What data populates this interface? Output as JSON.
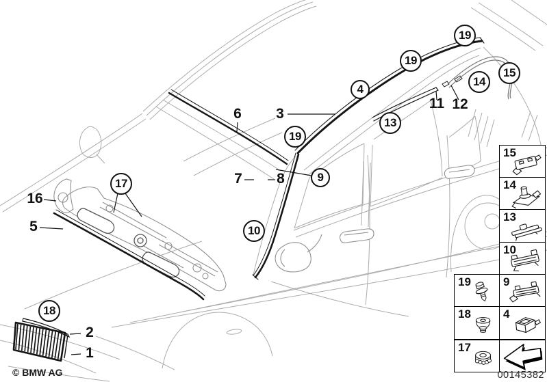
{
  "callouts": {
    "c19a": {
      "label": "19"
    },
    "c19b": {
      "label": "19"
    },
    "c19c": {
      "label": "19"
    },
    "c15": {
      "label": "15"
    },
    "c14": {
      "label": "14"
    },
    "c13": {
      "label": "13"
    },
    "c4": {
      "label": "4"
    },
    "c9": {
      "label": "9"
    },
    "c10": {
      "label": "10"
    },
    "c17": {
      "label": "17"
    },
    "c18": {
      "label": "18"
    }
  },
  "part_labels": {
    "n1": {
      "label": "1"
    },
    "n2": {
      "label": "2"
    },
    "n3": {
      "label": "3"
    },
    "n5": {
      "label": "5"
    },
    "n6": {
      "label": "6"
    },
    "n7": {
      "label": "7"
    },
    "n8": {
      "label": "8"
    },
    "n11": {
      "label": "11"
    },
    "n12": {
      "label": "12"
    },
    "n16": {
      "label": "16"
    }
  },
  "sidebar": {
    "cells": [
      {
        "label": "15",
        "icon": "clip-flat-icon"
      },
      {
        "label": "14",
        "icon": "clip-stud-icon"
      },
      {
        "label": "13",
        "icon": "clip-rail-icon"
      },
      {
        "label": "10",
        "icon": "clip-bracket-icon"
      },
      {
        "label": "9",
        "icon": "clip-bracket2-icon"
      },
      {
        "label": "4",
        "icon": "clip-box-icon"
      },
      {
        "label": "19",
        "icon": "rivet-icon"
      },
      {
        "label": "18",
        "icon": "grommet-icon"
      },
      {
        "label": "17",
        "icon": "plug-icon"
      }
    ],
    "direction_arrow": "left"
  },
  "footer": {
    "copyright": "© BMW AG",
    "diagram_number": "00145382"
  },
  "colors": {
    "trim_line": "#161616",
    "body_line": "#ababab",
    "background": "#ffffff"
  }
}
